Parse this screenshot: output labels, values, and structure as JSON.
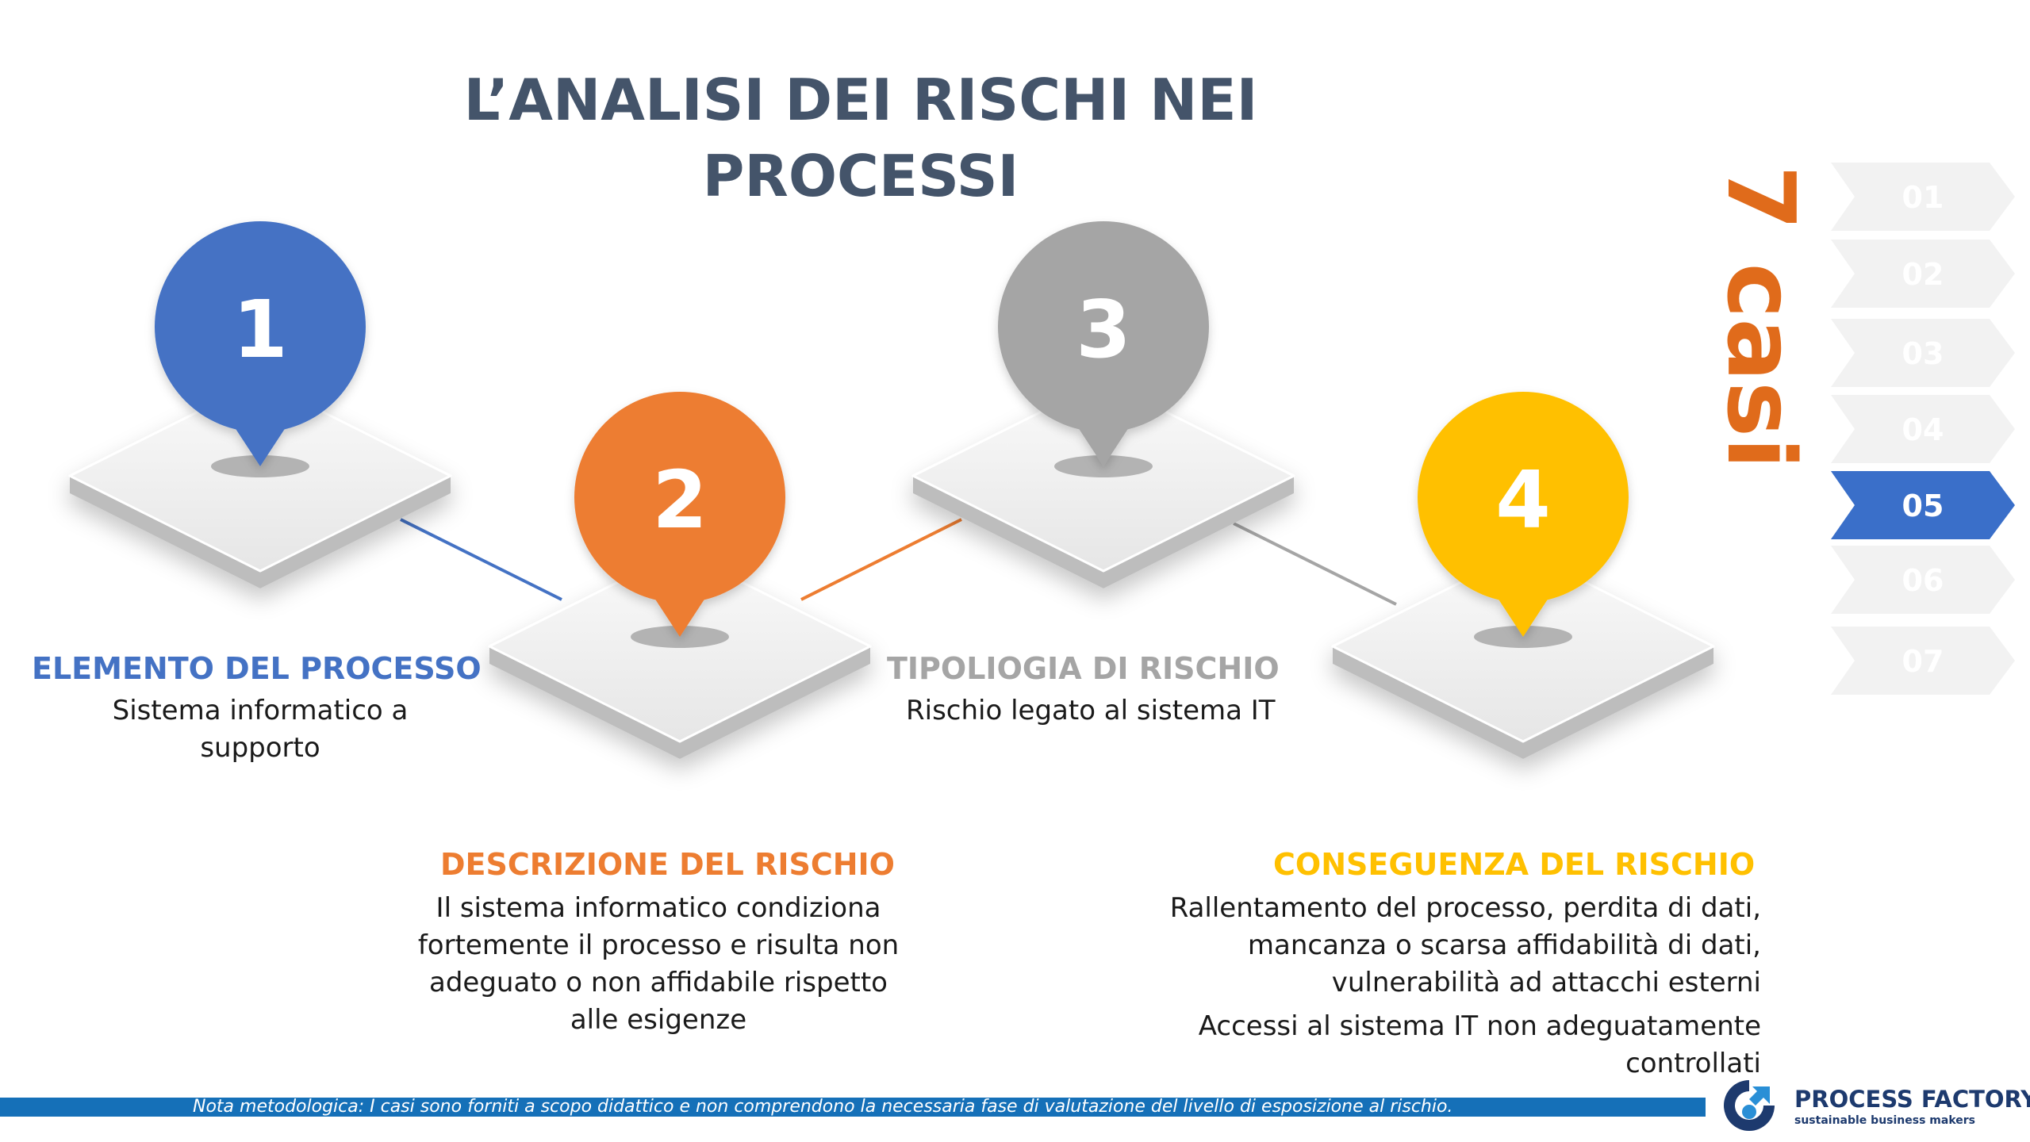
{
  "slide": {
    "title_lines": [
      "L’ANALISI DEI RISCHI NEI",
      "PROCESSI"
    ]
  },
  "steps": [
    {
      "number": "1",
      "color": "#4472c4",
      "heading": "ELEMENTO DEL PROCESSO",
      "body": [
        "Sistema informatico a supporto"
      ]
    },
    {
      "number": "2",
      "color": "#ed7d31",
      "heading": "DESCRIZIONE DEL RISCHIO",
      "body": [
        "Il sistema informatico condiziona fortemente il processo e risulta non adeguato o non affidabile rispetto alle esigenze"
      ]
    },
    {
      "number": "3",
      "color": "#a5a5a5",
      "heading": "TIPOLIOGIA DI RISCHIO",
      "body": [
        "Rischio legato al sistema IT"
      ]
    },
    {
      "number": "4",
      "color": "#ffc000",
      "heading": "CONSEGUENZA DEL RISCHIO",
      "body": [
        "Rallentamento del processo, perdita di dati, mancanza o scarsa affidabilità di dati, vulnerabilità ad attacchi esterni",
        "Accessi al sistema IT non adeguatamente controllati"
      ]
    }
  ],
  "case_nav": {
    "label": "7 casi",
    "label_color": "#e06b1b",
    "active_color": "#3a6fc9",
    "inactive_color": "#f2f2f2",
    "active_index": 4,
    "items": [
      "01",
      "02",
      "03",
      "04",
      "05",
      "06",
      "07"
    ]
  },
  "footer": {
    "note": "Nota metodologica: I casi sono forniti a scopo didattico e non comprendono la necessaria fase di valutazione del livello di esposizione al rischio.",
    "bar_color": "#1570b8",
    "logo_name": "PROCESS FACTORY",
    "logo_tagline": "sustainable business makers",
    "logo_icon": "process-factory-logo-icon"
  }
}
